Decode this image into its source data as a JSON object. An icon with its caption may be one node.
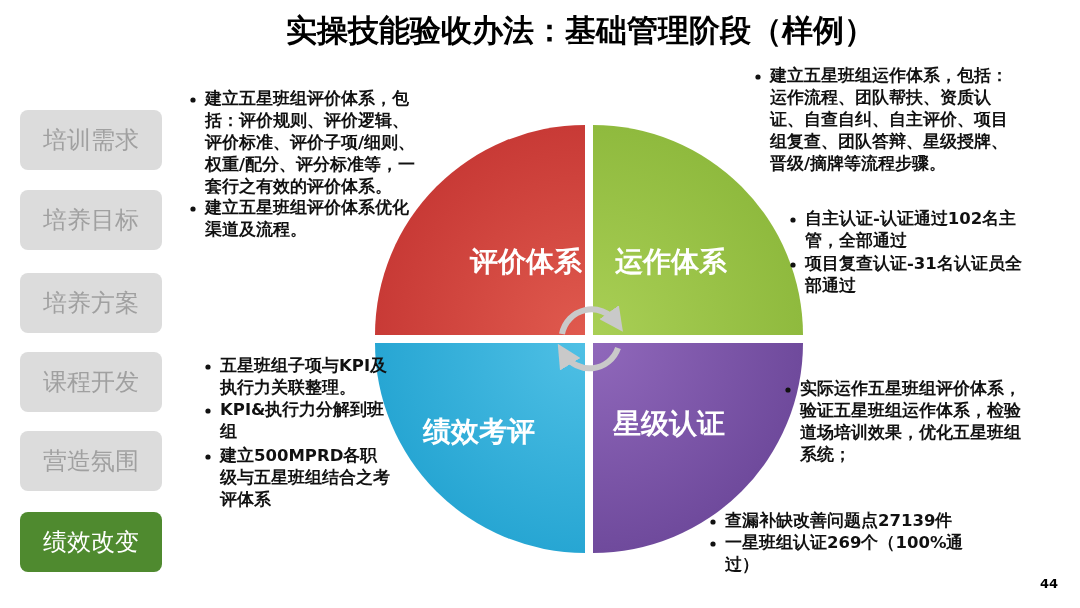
{
  "diagram": {
    "title": "实操技能验收办法：基础管理阶段（样例）",
    "nodes": [
      {
        "text": [
          "培训需求"
        ]
      },
      {
        "text": [
          "培养目标"
        ]
      },
      {
        "text": [
          "培养方案"
        ]
      },
      {
        "text": [
          "课程开发"
        ]
      },
      {
        "text": [
          "营造氛围"
        ]
      },
      {
        "text": [
          "绩效改变"
        ]
      },
      {
        "text": [
          "评价体系"
        ]
      },
      {
        "text": [
          "运作体系"
        ]
      },
      {
        "text": [
          "绩效考评"
        ]
      },
      {
        "text": [
          "星级认证"
        ]
      }
    ],
    "labels": [
      "建立五星班组评价体系，包括：评价规则、评价逻辑、评价标准、评价子项/细则、权重/配分、评分标准等，一套行之有效的评价体系。",
      "建立五星班组运作体系，包括：运作流程、团队帮扶、资质认证、自查自纠、自主评价、项目组复查、团队答辩、星级授牌、晋级/摘牌等流程步骤。",
      "建立五星班组评价体系优化渠道及流程。",
      "自主认证-认证通过102名主管，全部通过",
      "项目复查认证-31名认证员全部通过",
      "五星班组子项与KPI及执行力关联整理。",
      "实际运作五星班组评价体系，验证五星班组运作体系，检验道场培训效果，优化五星班组系统；",
      "KPI&执行力分解到班组",
      "建立500MPRD各职级与五星班组结合之考评体系",
      "查漏补缺改善问题点27139件",
      "一星班组认证269个（100%通过）",
      "44"
    ],
    "edges": [
      {
        "from": 6,
        "to": 7,
        "arrow": "to",
        "color": "#c9c9c9"
      },
      {
        "from": 9,
        "to": 8,
        "arrow": "to",
        "color": "#c9c9c9"
      }
    ]
  }
}
